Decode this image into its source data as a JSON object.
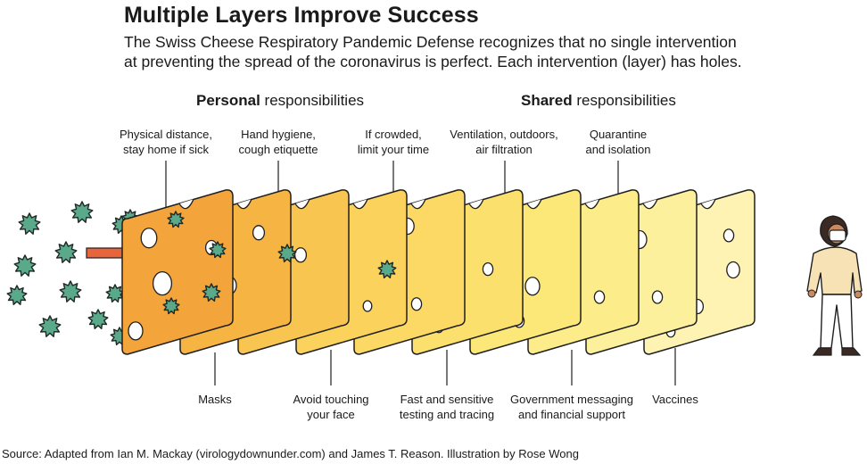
{
  "title": "Multiple Layers Improve Success",
  "subtitle": "The Swiss Cheese Respiratory Pandemic Defense recognizes that no single intervention at preventing the spread of the coronavirus is perfect. Each intervention (layer) has holes.",
  "groups": {
    "personal": {
      "bold": "Personal",
      "rest": " responsibilities"
    },
    "shared": {
      "bold": "Shared",
      "rest": " responsibilities"
    }
  },
  "top_labels": [
    [
      "Physical distance,",
      "stay home if sick"
    ],
    [
      "Hand hygiene,",
      "cough etiquette"
    ],
    [
      "If crowded,",
      "limit your time"
    ],
    [
      "Ventilation, outdoors,",
      "air filtration"
    ],
    [
      "Quarantine",
      "and isolation"
    ]
  ],
  "bottom_labels": [
    [
      "Masks",
      ""
    ],
    [
      "Avoid touching",
      "your face"
    ],
    [
      "Fast and sensitive",
      "testing and tracing"
    ],
    [
      "Government messaging",
      "and financial support"
    ],
    [
      "Vaccines",
      ""
    ]
  ],
  "source": "Source: Adapted from Ian M. Mackay (virologydownunder.com) and James T. Reason. Illustration by Rose Wong",
  "colors": {
    "virus": "#5aa98a",
    "virus_outline": "#1f2a26",
    "arrow": "#e8643a",
    "cheese_layers": [
      "#f3a43a",
      "#f6b443",
      "#f8c650",
      "#fad25c",
      "#fbd964",
      "#fce06e",
      "#fce779",
      "#fdec8a",
      "#fdf09d",
      "#fef3b2"
    ],
    "person_shirt": "#f7e2b6",
    "person_skin": "#c98a62"
  }
}
